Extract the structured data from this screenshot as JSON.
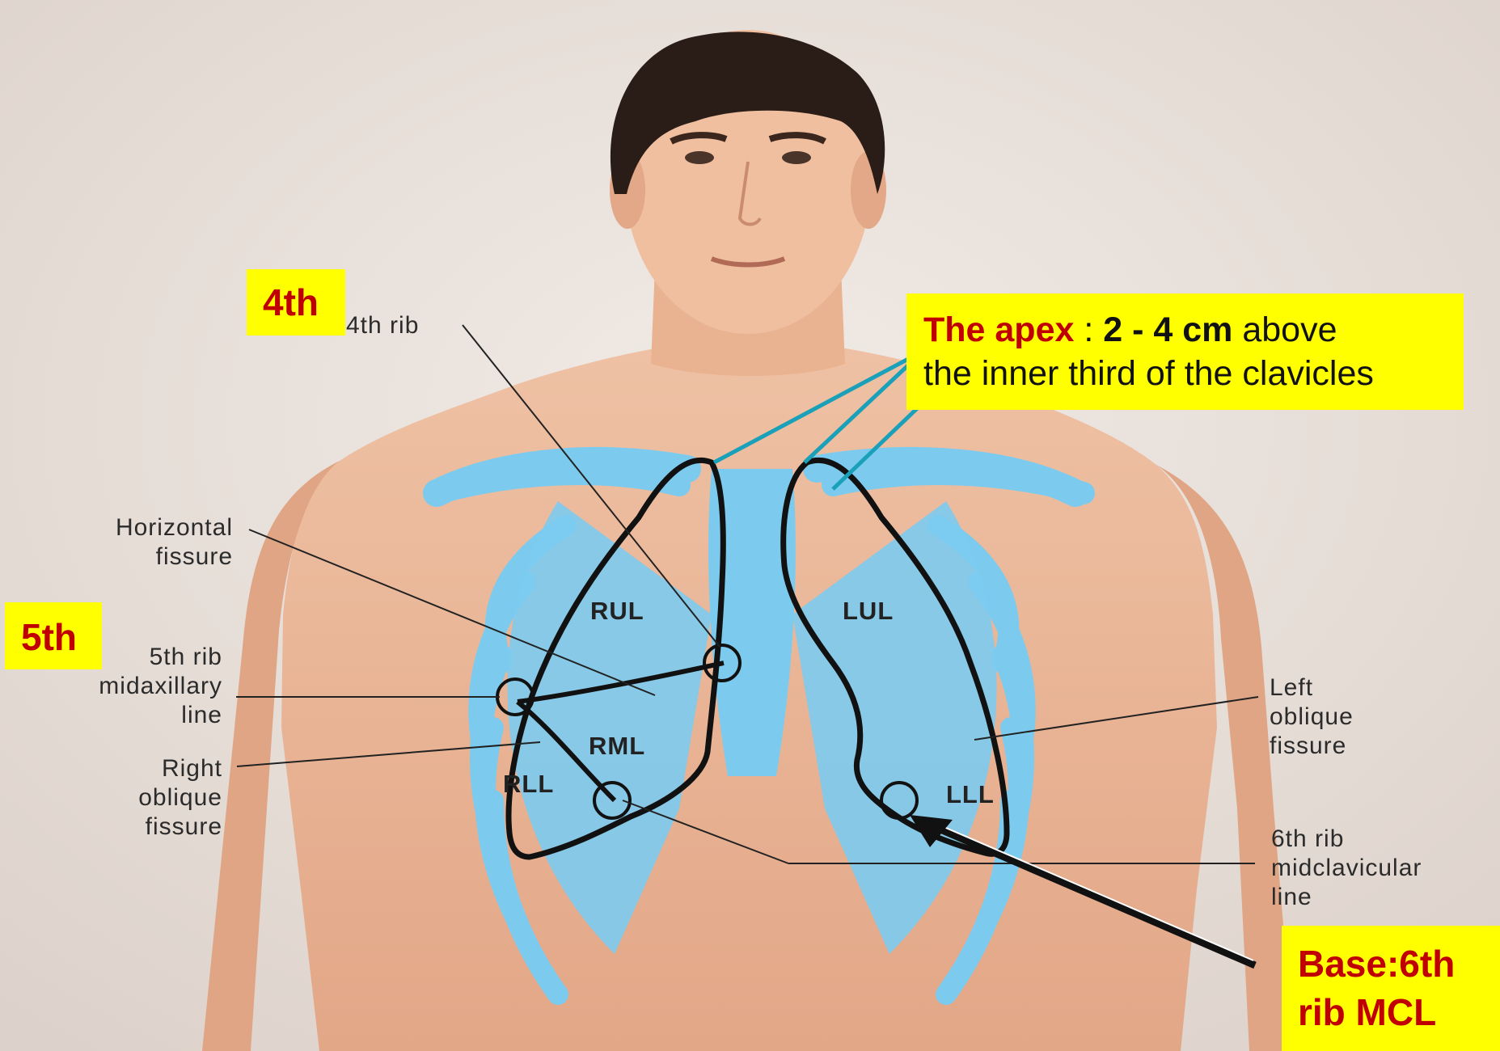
{
  "labels": {
    "rib4": "4th rib",
    "horizontal_fissure_1": "Horizontal",
    "horizontal_fissure_2": "fissure",
    "rib5_1": "5th rib",
    "rib5_2": "midaxillary",
    "rib5_3": "line",
    "right_oblique_1": "Right",
    "right_oblique_2": "oblique",
    "right_oblique_3": "fissure",
    "left_oblique_1": "Left",
    "left_oblique_2": "oblique",
    "left_oblique_3": "fissure",
    "rib6_1": "6th rib",
    "rib6_2": "midclavicular",
    "rib6_3": "line"
  },
  "lobes": {
    "rul": "RUL",
    "rml": "RML",
    "rll": "RLL",
    "lul": "LUL",
    "lll": "LLL"
  },
  "callouts": {
    "fourth": "4th",
    "fifth": "5th",
    "apex_title": "The apex",
    "apex_sep": " : ",
    "apex_measure": "2 - 4 cm",
    "apex_line1_rest": " above",
    "apex_line2": "the inner third of the clavicles",
    "base_line1": "Base:6th",
    "base_line2": "rib MCL"
  },
  "colors": {
    "background": "#e9e0da",
    "skin": "#ebb89a",
    "ribcage": "#7ccbef",
    "callout_fill": "#ffff00",
    "callout_text": "#c00000",
    "apex_pointer": "#1aa0b8"
  }
}
